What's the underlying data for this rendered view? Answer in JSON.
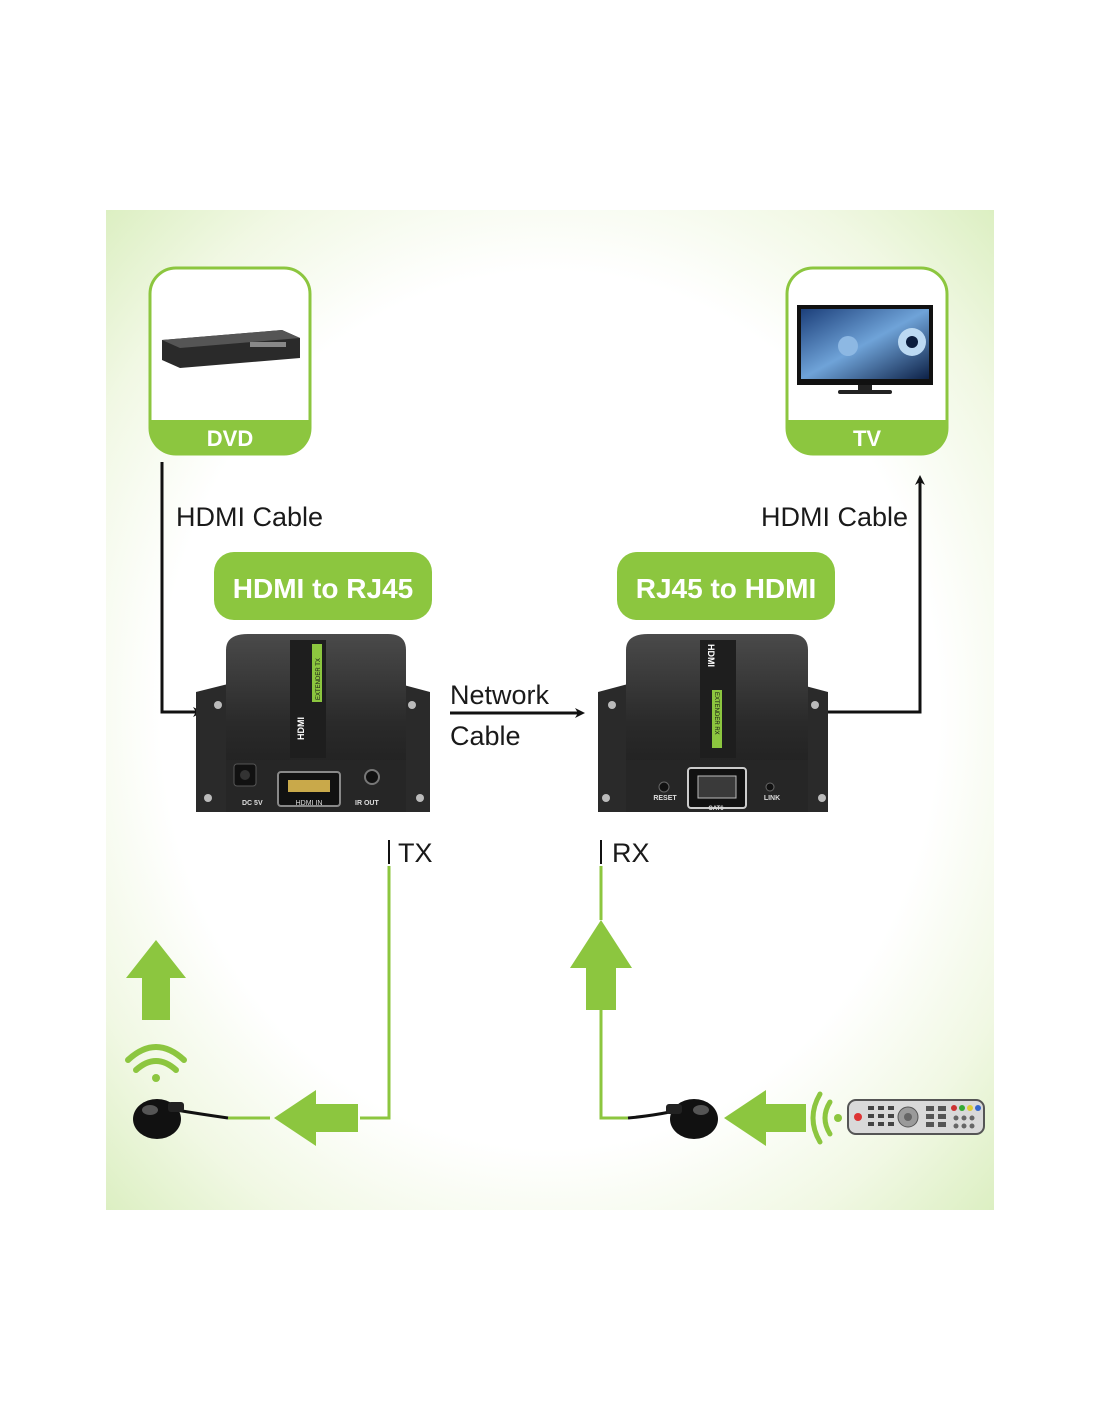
{
  "devices": {
    "source_label": "DVD",
    "display_label": "TV"
  },
  "cables": {
    "hdmi_left": "HDMI Cable",
    "hdmi_right": "HDMI Cable",
    "network_line1": "Network",
    "network_line2": "Cable"
  },
  "units": {
    "tx_title": "HDMI to RJ45",
    "rx_title": "RJ45 to HDMI",
    "tx_label": "TX",
    "rx_label": "RX",
    "brand": "HDMI",
    "tx_badge": "EXTENDER TX",
    "rx_badge": "EXTENDER RX",
    "port_dc": "DC 5V",
    "port_hdmi_in": "HDMI IN",
    "port_ir_out": "IR OUT",
    "port_reset": "RESET",
    "port_cat6": "CAT6",
    "port_link": "LINK"
  },
  "colors": {
    "accent_green": "#8cc63f",
    "line_green": "#8cc63f",
    "device_body": "#2b2b2b"
  }
}
